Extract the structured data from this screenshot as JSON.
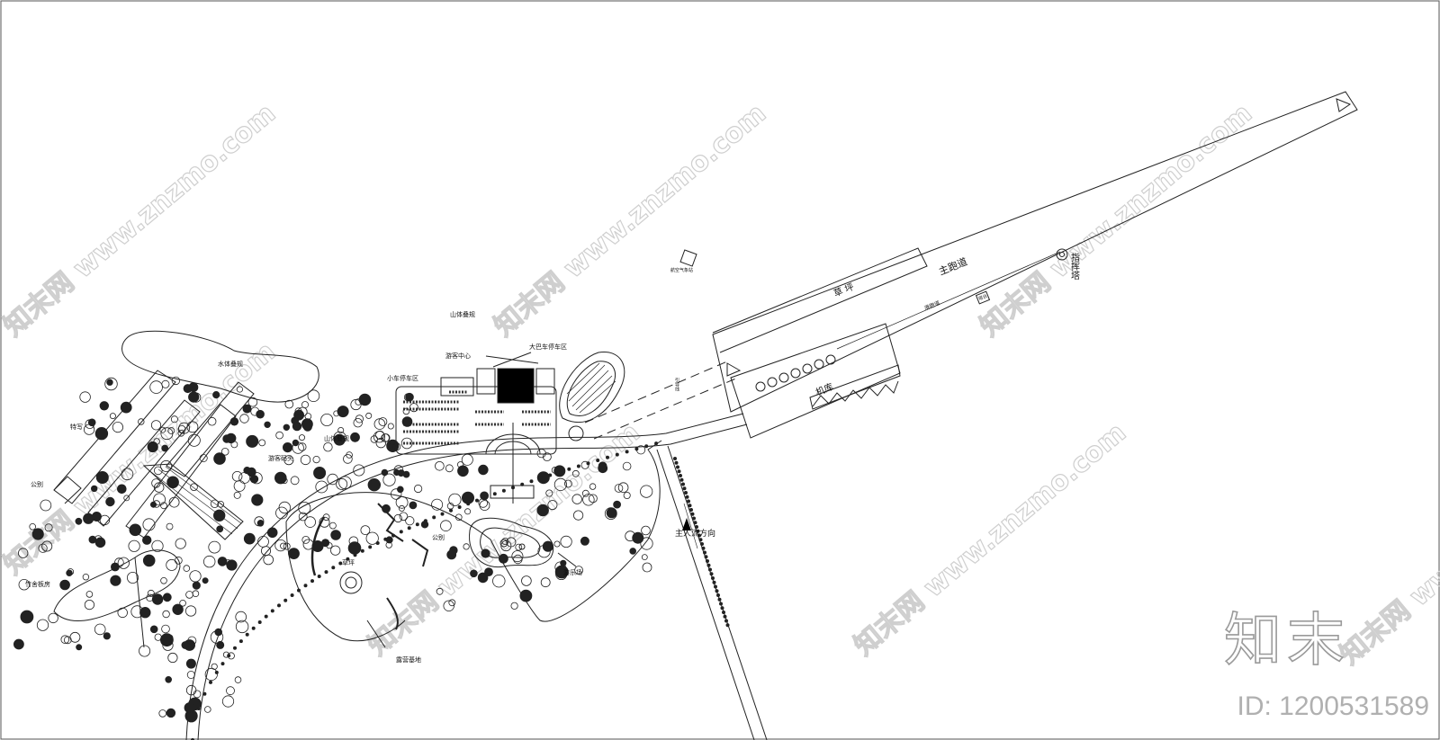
{
  "labels": {
    "runway": "主跑道",
    "grass": "草  坪",
    "hangar": "机库",
    "tower": "指挥塔",
    "taxiway": "滑跑道",
    "small_box": "塔台",
    "weather_station": "航空气象站",
    "mountain_top": "山体叠规",
    "water": "水体叠规",
    "visitor_center": "游客中心",
    "car_parking": "小车停车区",
    "bus_parking": "大巴车停车区",
    "mountain_mid": "山体叠规",
    "dock": "游客码头",
    "bungalow": "特写",
    "villa": "公别",
    "cabin": "竹舍板房",
    "lawn": "草坪",
    "plaza": "公别",
    "show_field": "游乐场",
    "camp": "露营基地",
    "entry_direction": "主人流方向",
    "approach": "引导线"
  },
  "watermark": "知末网 www.znzmo.com",
  "brand": {
    "logo": "知末",
    "id_label": "ID: 1200531589"
  },
  "colors": {
    "line": "#222222",
    "fill_dark": "#000000",
    "watermark": "#cfcfcf"
  }
}
